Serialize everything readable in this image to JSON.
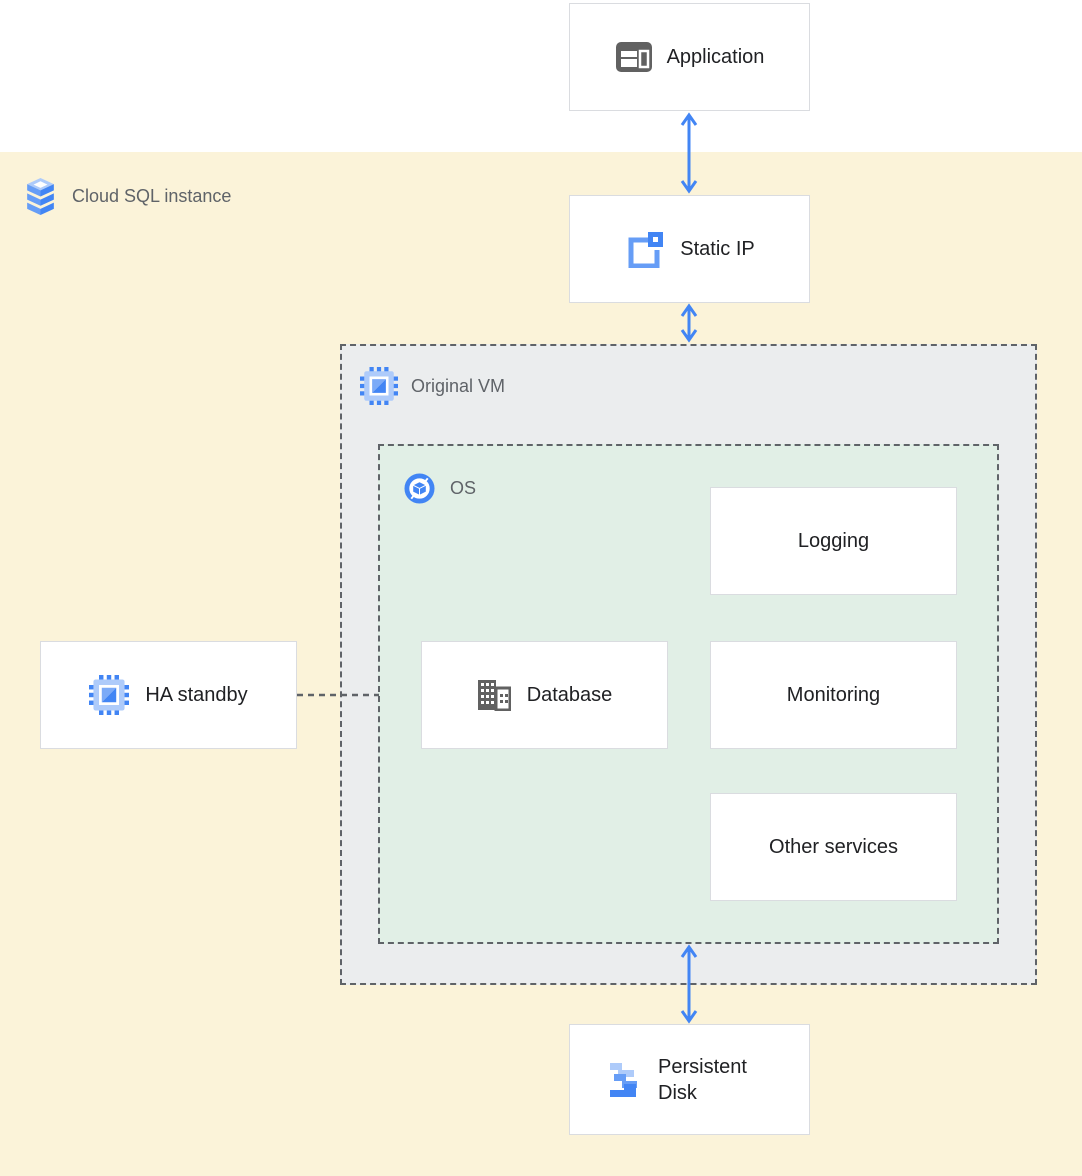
{
  "region": {
    "label": "Cloud SQL instance",
    "icon": "cloud-sql-icon",
    "background_color": "#fbf3d9"
  },
  "groups": {
    "original_vm": {
      "label": "Original VM",
      "icon": "compute-engine-icon",
      "fill": "#ebedee",
      "border_style": "dashed"
    },
    "os": {
      "label": "OS",
      "icon": "os-image-icon",
      "fill": "#e1efe6",
      "border_style": "dashed"
    }
  },
  "nodes": {
    "application": {
      "label": "Application",
      "icon": "application-window-icon"
    },
    "static_ip": {
      "label": "Static IP",
      "icon": "static-ip-icon"
    },
    "logging": {
      "label": "Logging"
    },
    "database": {
      "label": "Database",
      "icon": "database-building-icon"
    },
    "monitoring": {
      "label": "Monitoring"
    },
    "other_services": {
      "label": "Other services"
    },
    "ha_standby": {
      "label": "HA standby",
      "icon": "compute-engine-icon"
    },
    "persistent_disk": {
      "label": "Persistent Disk",
      "icon": "persistent-disk-icon"
    }
  },
  "edges": [
    {
      "from": "application",
      "to": "static_ip",
      "type": "double-arrow",
      "color": "#4285f4"
    },
    {
      "from": "static_ip",
      "to": "original_vm",
      "type": "double-arrow",
      "color": "#4285f4"
    },
    {
      "from": "os",
      "to": "persistent_disk",
      "type": "double-arrow",
      "color": "#4285f4"
    },
    {
      "from": "ha_standby",
      "to": "original_vm",
      "type": "dashed-connector",
      "color": "#5f6368"
    }
  ],
  "colors": {
    "arrow_blue": "#4285f4",
    "node_border": "#dadce0",
    "node_text": "#202124",
    "group_label_text": "#5f6368",
    "dashed_border": "#5f6368",
    "region_yellow": "#fbf3d9",
    "vm_gray": "#ebedee",
    "os_green": "#e1efe6",
    "icon_gray": "#616161",
    "icon_blue_dark": "#4285f4",
    "icon_blue_medium": "#669df6",
    "icon_blue_light": "#aecbfa"
  }
}
